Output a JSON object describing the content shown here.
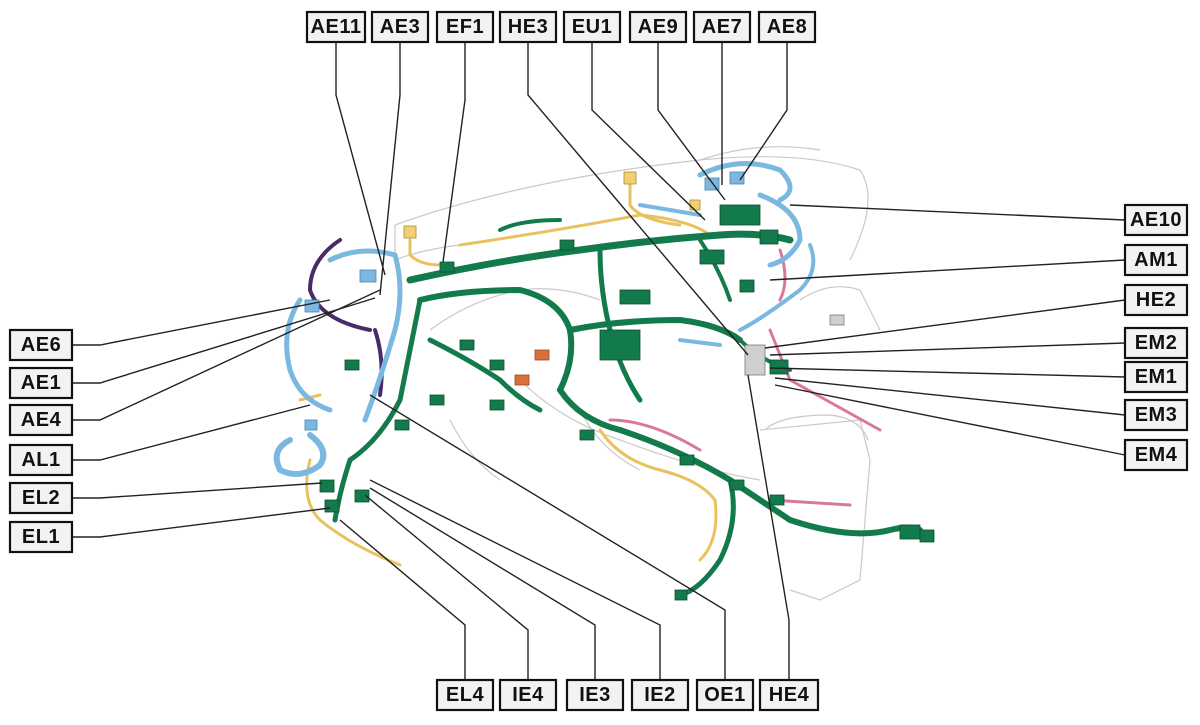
{
  "labels": {
    "top": [
      "AE11",
      "AE3",
      "EF1",
      "HE3",
      "EU1",
      "AE9",
      "AE7",
      "AE8"
    ],
    "right": [
      "AE10",
      "AM1",
      "HE2",
      "EM2",
      "EM1",
      "EM3",
      "EM4"
    ],
    "left": [
      "AE6",
      "AE1",
      "AE4",
      "AL1",
      "EL2",
      "EL1"
    ],
    "bottom": [
      "EL4",
      "IE4",
      "IE3",
      "IE2",
      "OE1",
      "HE4"
    ]
  },
  "colors": {
    "main_harness": "#137a4b",
    "blue_harness": "#7ab8e0",
    "yellow_harness": "#e9c25e",
    "pink_harness": "#d9799a",
    "violet_harness": "#4a2a68",
    "label_fill": "#f2f2f2"
  }
}
